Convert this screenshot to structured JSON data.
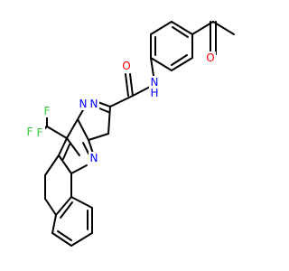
{
  "molecule": {
    "atom_labels": {
      "amide_O": "O",
      "amide_N": "N",
      "amide_H": "H",
      "acetyl_O": "O",
      "pyrazole_N1": "N",
      "pyrazole_N2": "N",
      "pyrimidine_N": "N",
      "F_top": "F",
      "F_left": "F",
      "F_mid": "F"
    }
  },
  "colors": {
    "bond": "#000000",
    "oxygen": "#ff0000",
    "nitrogen": "#0000ff",
    "fluorine": "#33cc33",
    "hydrogen": "#0000ff",
    "background": "#ffffff"
  }
}
